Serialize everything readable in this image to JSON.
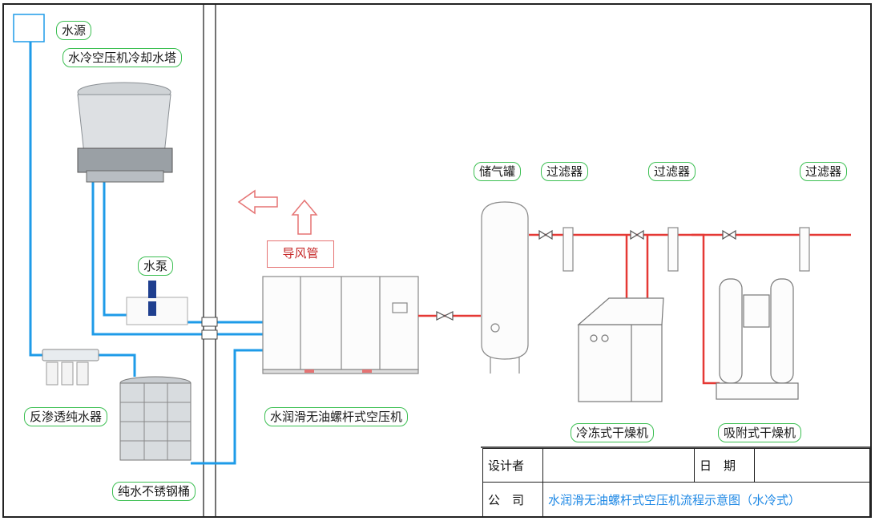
{
  "labels": {
    "water_source": "水源",
    "cooling_tower": "水冷空压机冷却水塔",
    "pump": "水泵",
    "ro_purifier": "反渗透纯水器",
    "ss_tank": "纯水不锈钢桶",
    "compressor": "水润滑无油螺杆式空压机",
    "air_duct": "导风管",
    "air_tank": "储气罐",
    "filter1": "过滤器",
    "filter2": "过滤器",
    "filter3": "过滤器",
    "refrig_dryer": "冷冻式干燥机",
    "adsorb_dryer": "吸附式干燥机"
  },
  "title_block": {
    "designer_label": "设计者",
    "designer_value": "",
    "date_label": "日　期",
    "date_value": "",
    "company_label": "公　司",
    "drawing_title": "水润滑无油螺杆式空压机流程示意图（水冷式）"
  },
  "colors": {
    "water_line": "#1e9be8",
    "air_line": "#e53935",
    "label_border": "#3cbf52",
    "title_text": "#1e88e5"
  },
  "icons": {
    "exhaust_left": "arrow-left-icon",
    "exhaust_up": "arrow-up-icon"
  }
}
